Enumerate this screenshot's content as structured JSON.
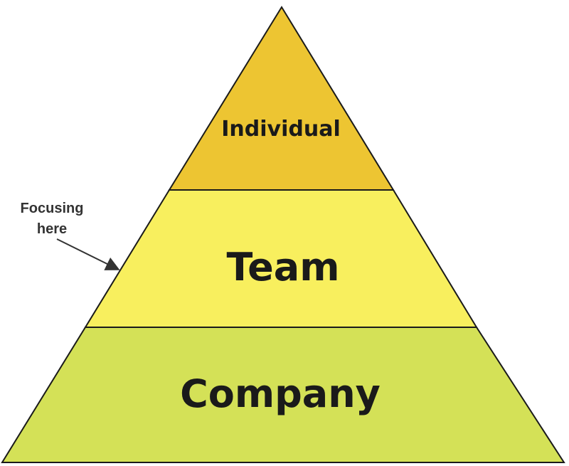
{
  "pyramid": {
    "levels": [
      {
        "label": "Individual",
        "color": "#EDC532"
      },
      {
        "label": "Team",
        "color": "#F8EF5E"
      },
      {
        "label": "Company",
        "color": "#D4E157"
      }
    ],
    "outline_color": "#1a1a1a"
  },
  "annotation": {
    "line1": "Focusing",
    "line2": "here",
    "arrow_color": "#333333"
  }
}
